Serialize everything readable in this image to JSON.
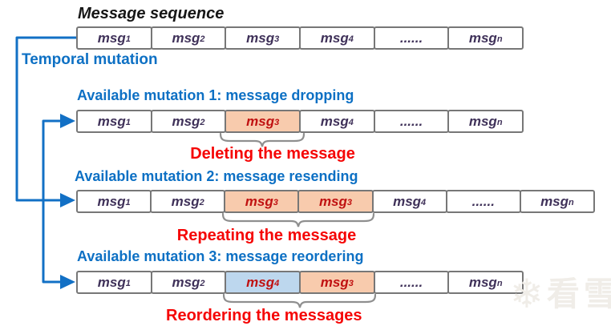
{
  "title": "Message sequence",
  "temporal_label": "Temporal mutation",
  "colors": {
    "accent_blue": "#0d70c4",
    "caption_red": "#f50505",
    "cell_text_purple": "#3f3159",
    "cell_text_red": "#c01111",
    "highlight_orange": "#f8cbad",
    "highlight_blue": "#bdd7ee",
    "border_gray": "#777777",
    "brace_gray": "#8f8f8f"
  },
  "watermark": {
    "icon": "snowflake-icon",
    "glyph": "❄",
    "text": "看雪"
  },
  "sequence_row": {
    "cells": [
      {
        "base": "msg",
        "sub": "1"
      },
      {
        "base": "msg",
        "sub": "2"
      },
      {
        "base": "msg",
        "sub": "3"
      },
      {
        "base": "msg",
        "sub": "4"
      },
      {
        "base": "......",
        "sub": ""
      },
      {
        "base": "msg",
        "sub": "n"
      }
    ]
  },
  "mutations": [
    {
      "header": "Available mutation 1: message dropping",
      "caption": "Deleting the message",
      "cells": [
        {
          "base": "msg",
          "sub": "1"
        },
        {
          "base": "msg",
          "sub": "2"
        },
        {
          "base": "msg",
          "sub": "3"
        },
        {
          "base": "msg",
          "sub": "4"
        },
        {
          "base": "......",
          "sub": ""
        },
        {
          "base": "msg",
          "sub": "n"
        }
      ]
    },
    {
      "header": "Available mutation 2: message resending",
      "caption": "Repeating the message",
      "cells": [
        {
          "base": "msg",
          "sub": "1"
        },
        {
          "base": "msg",
          "sub": "2"
        },
        {
          "base": "msg",
          "sub": "3"
        },
        {
          "base": "msg",
          "sub": "3"
        },
        {
          "base": "msg",
          "sub": "4"
        },
        {
          "base": "......",
          "sub": ""
        },
        {
          "base": "msg",
          "sub": "n"
        }
      ]
    },
    {
      "header": "Available mutation 3: message reordering",
      "caption": "Reordering the messages",
      "cells": [
        {
          "base": "msg",
          "sub": "1"
        },
        {
          "base": "msg",
          "sub": "2"
        },
        {
          "base": "msg",
          "sub": "4"
        },
        {
          "base": "msg",
          "sub": "3"
        },
        {
          "base": "......",
          "sub": ""
        },
        {
          "base": "msg",
          "sub": "n"
        }
      ]
    }
  ]
}
